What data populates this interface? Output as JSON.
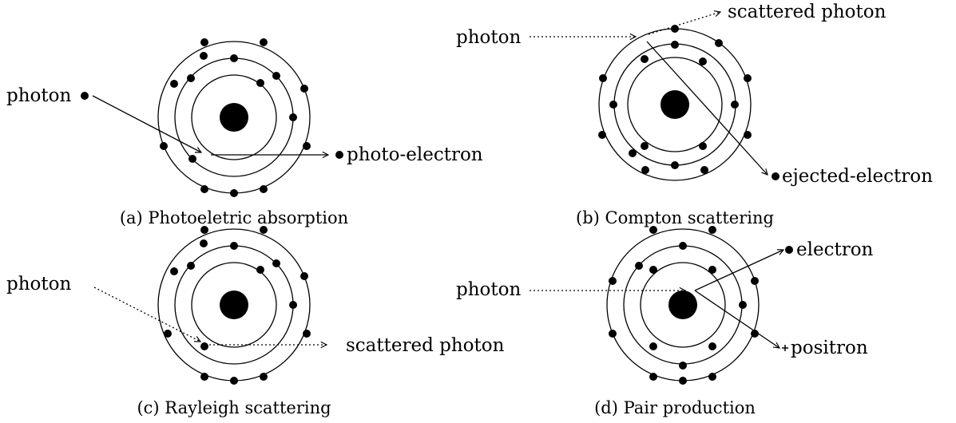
{
  "panels": [
    {
      "id": "a",
      "caption": "(a) Photoeletric absorption",
      "labels": {
        "photon": "photon",
        "out1": "photo-electron"
      }
    },
    {
      "id": "b",
      "caption": "(b) Compton scattering",
      "labels": {
        "photon": "photon",
        "out1": "scattered photon",
        "out2": "ejected-electron"
      }
    },
    {
      "id": "c",
      "caption": "(c) Rayleigh scattering",
      "labels": {
        "photon": "photon",
        "out1": "scattered photon"
      }
    },
    {
      "id": "d",
      "caption": "(d) Pair production",
      "labels": {
        "photon": "photon",
        "out1": "electron",
        "out2": "positron"
      }
    }
  ]
}
